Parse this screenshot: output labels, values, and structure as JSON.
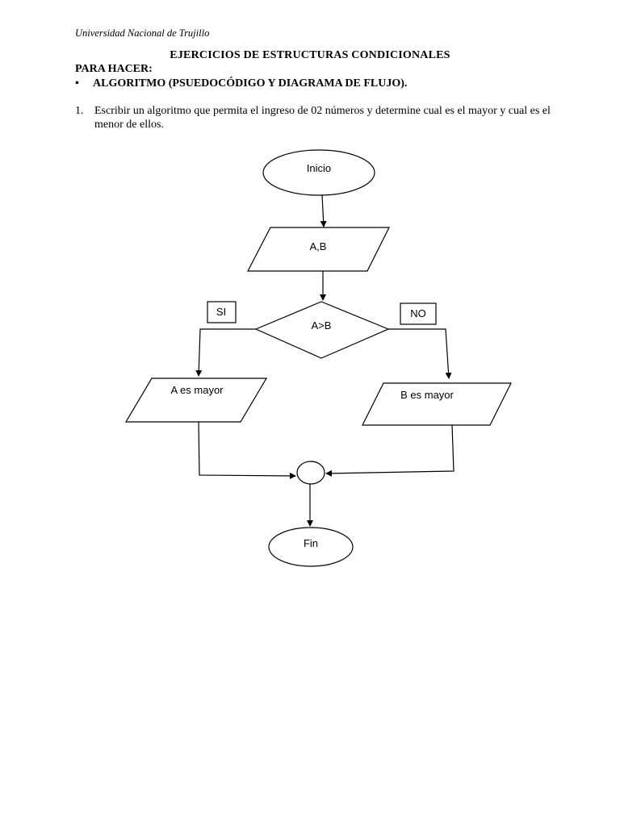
{
  "header": {
    "institution": "Universidad Nacional de Trujillo"
  },
  "document": {
    "title": "EJERCICIOS DE ESTRUCTURAS CONDICIONALES",
    "section_heading": "PARA HACER:",
    "bullet_symbol": "•",
    "bullet_item": "ALGORITMO (PSUEDOCÓDIGO Y DIAGRAMA DE FLUJO).",
    "exercise_number": "1.",
    "exercise_text": "Escribir un algoritmo que permita el ingreso de 02 números y determine cual es el mayor y cual es el menor de ellos."
  },
  "flowchart": {
    "start_label": "Inicio",
    "input_label": "A,B",
    "decision_label": "A>B",
    "yes_label": "SI",
    "no_label": "NO",
    "yes_output_label": "A es mayor",
    "no_output_label": "B es mayor",
    "end_label": "Fin"
  }
}
